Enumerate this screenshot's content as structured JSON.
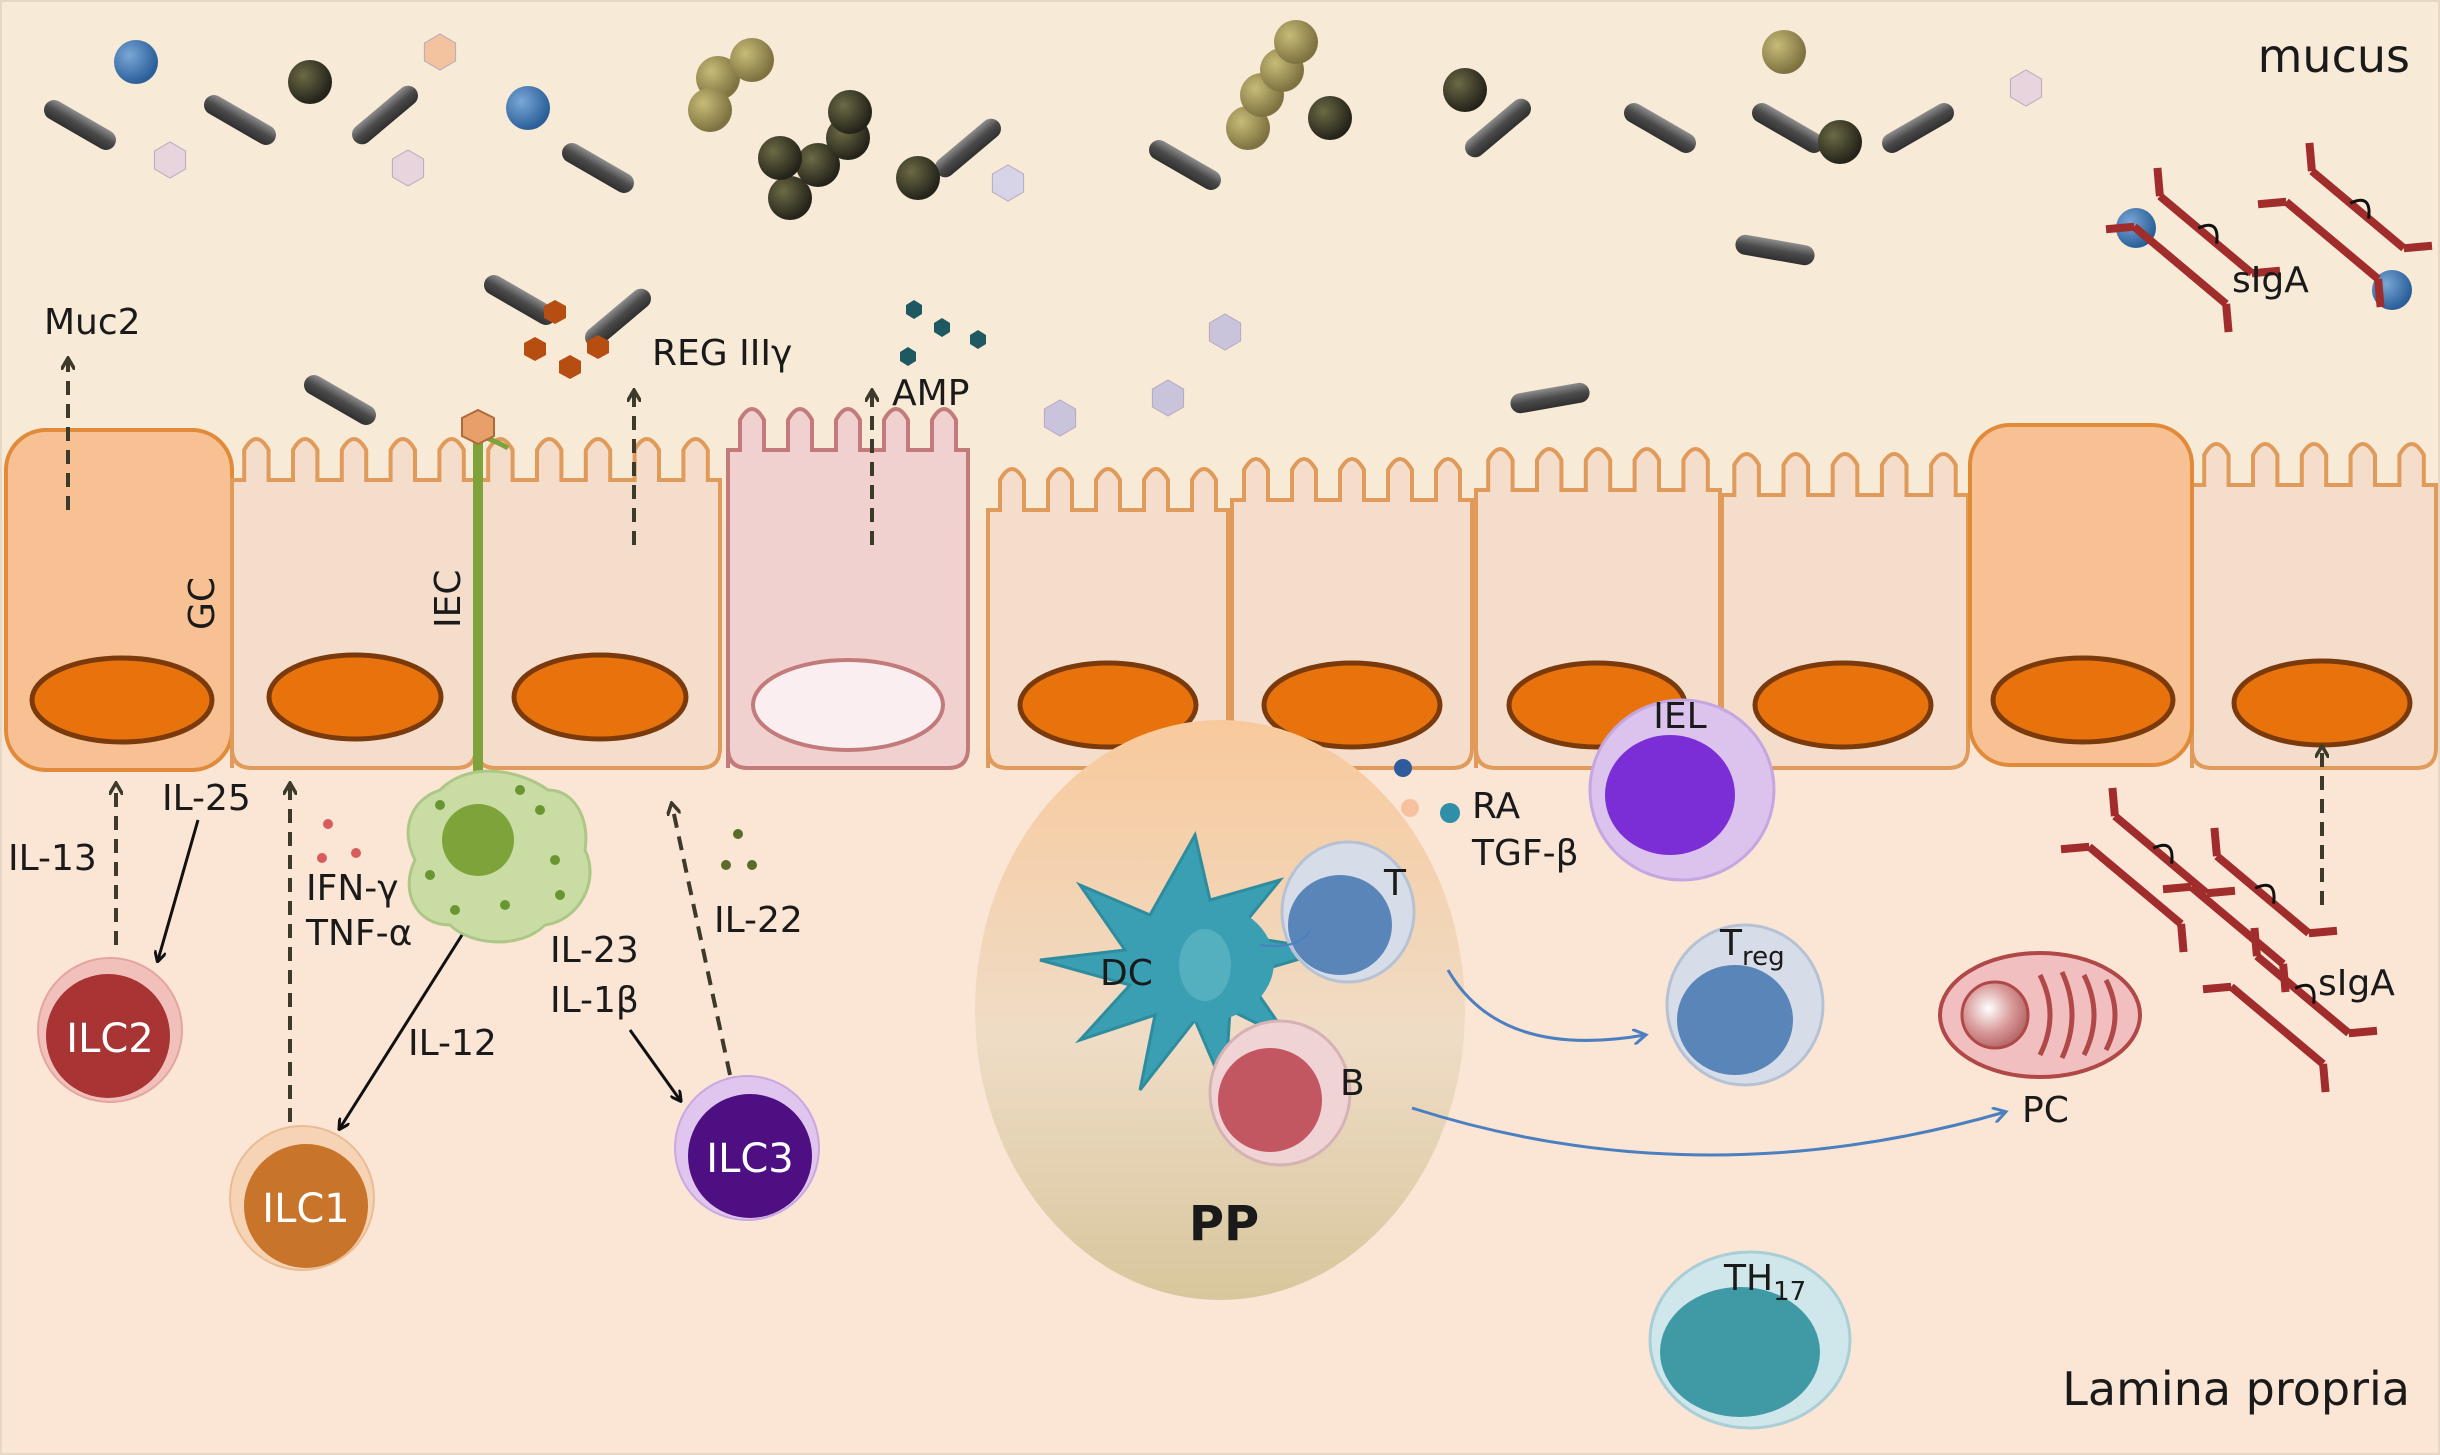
{
  "regions": {
    "top": "mucus",
    "bottom": "Lamina propria"
  },
  "epithelium": {
    "goblet_cell": "GC",
    "epithelial_cell": "IEC"
  },
  "secretions": {
    "muc2": "Muc2",
    "reg3g": "REG IIIγ",
    "amp": "AMP",
    "siga_top": "sIgA",
    "siga_bottom": "sIgA"
  },
  "cytokines": {
    "il13": "IL-13",
    "il25": "IL-25",
    "ifng": "IFN-γ",
    "tnfa": "TNF-α",
    "il12": "IL-12",
    "il23": "IL-23",
    "il1b": "IL-1β",
    "il22": "IL-22",
    "ra": "RA",
    "tgfb": "TGF-β"
  },
  "cells": {
    "ilc1": "ILC1",
    "ilc2": "ILC2",
    "ilc3": "ILC3",
    "dc": "DC",
    "t": "T",
    "b": "B",
    "pp": "PP",
    "iel": "IEL",
    "treg_main": "T",
    "treg_sub": "reg",
    "pc": "PC",
    "th17_main": "TH",
    "th17_sub": "17"
  },
  "colors": {
    "mucus": "#f7ead6",
    "lamina": "#fbe6d6",
    "goblet": "#f8c194",
    "iec": "#f5ddcc",
    "nucleus": "#e8730c",
    "paneth": "#f1d1d0",
    "ilc1": "#c8742a",
    "ilc2": "#a83434",
    "ilc3": "#4e0f82",
    "dc": "#3a9fb2",
    "iel": "#7b2ed6",
    "th17": "#3f9aa6",
    "treg": "#5a85b8"
  }
}
